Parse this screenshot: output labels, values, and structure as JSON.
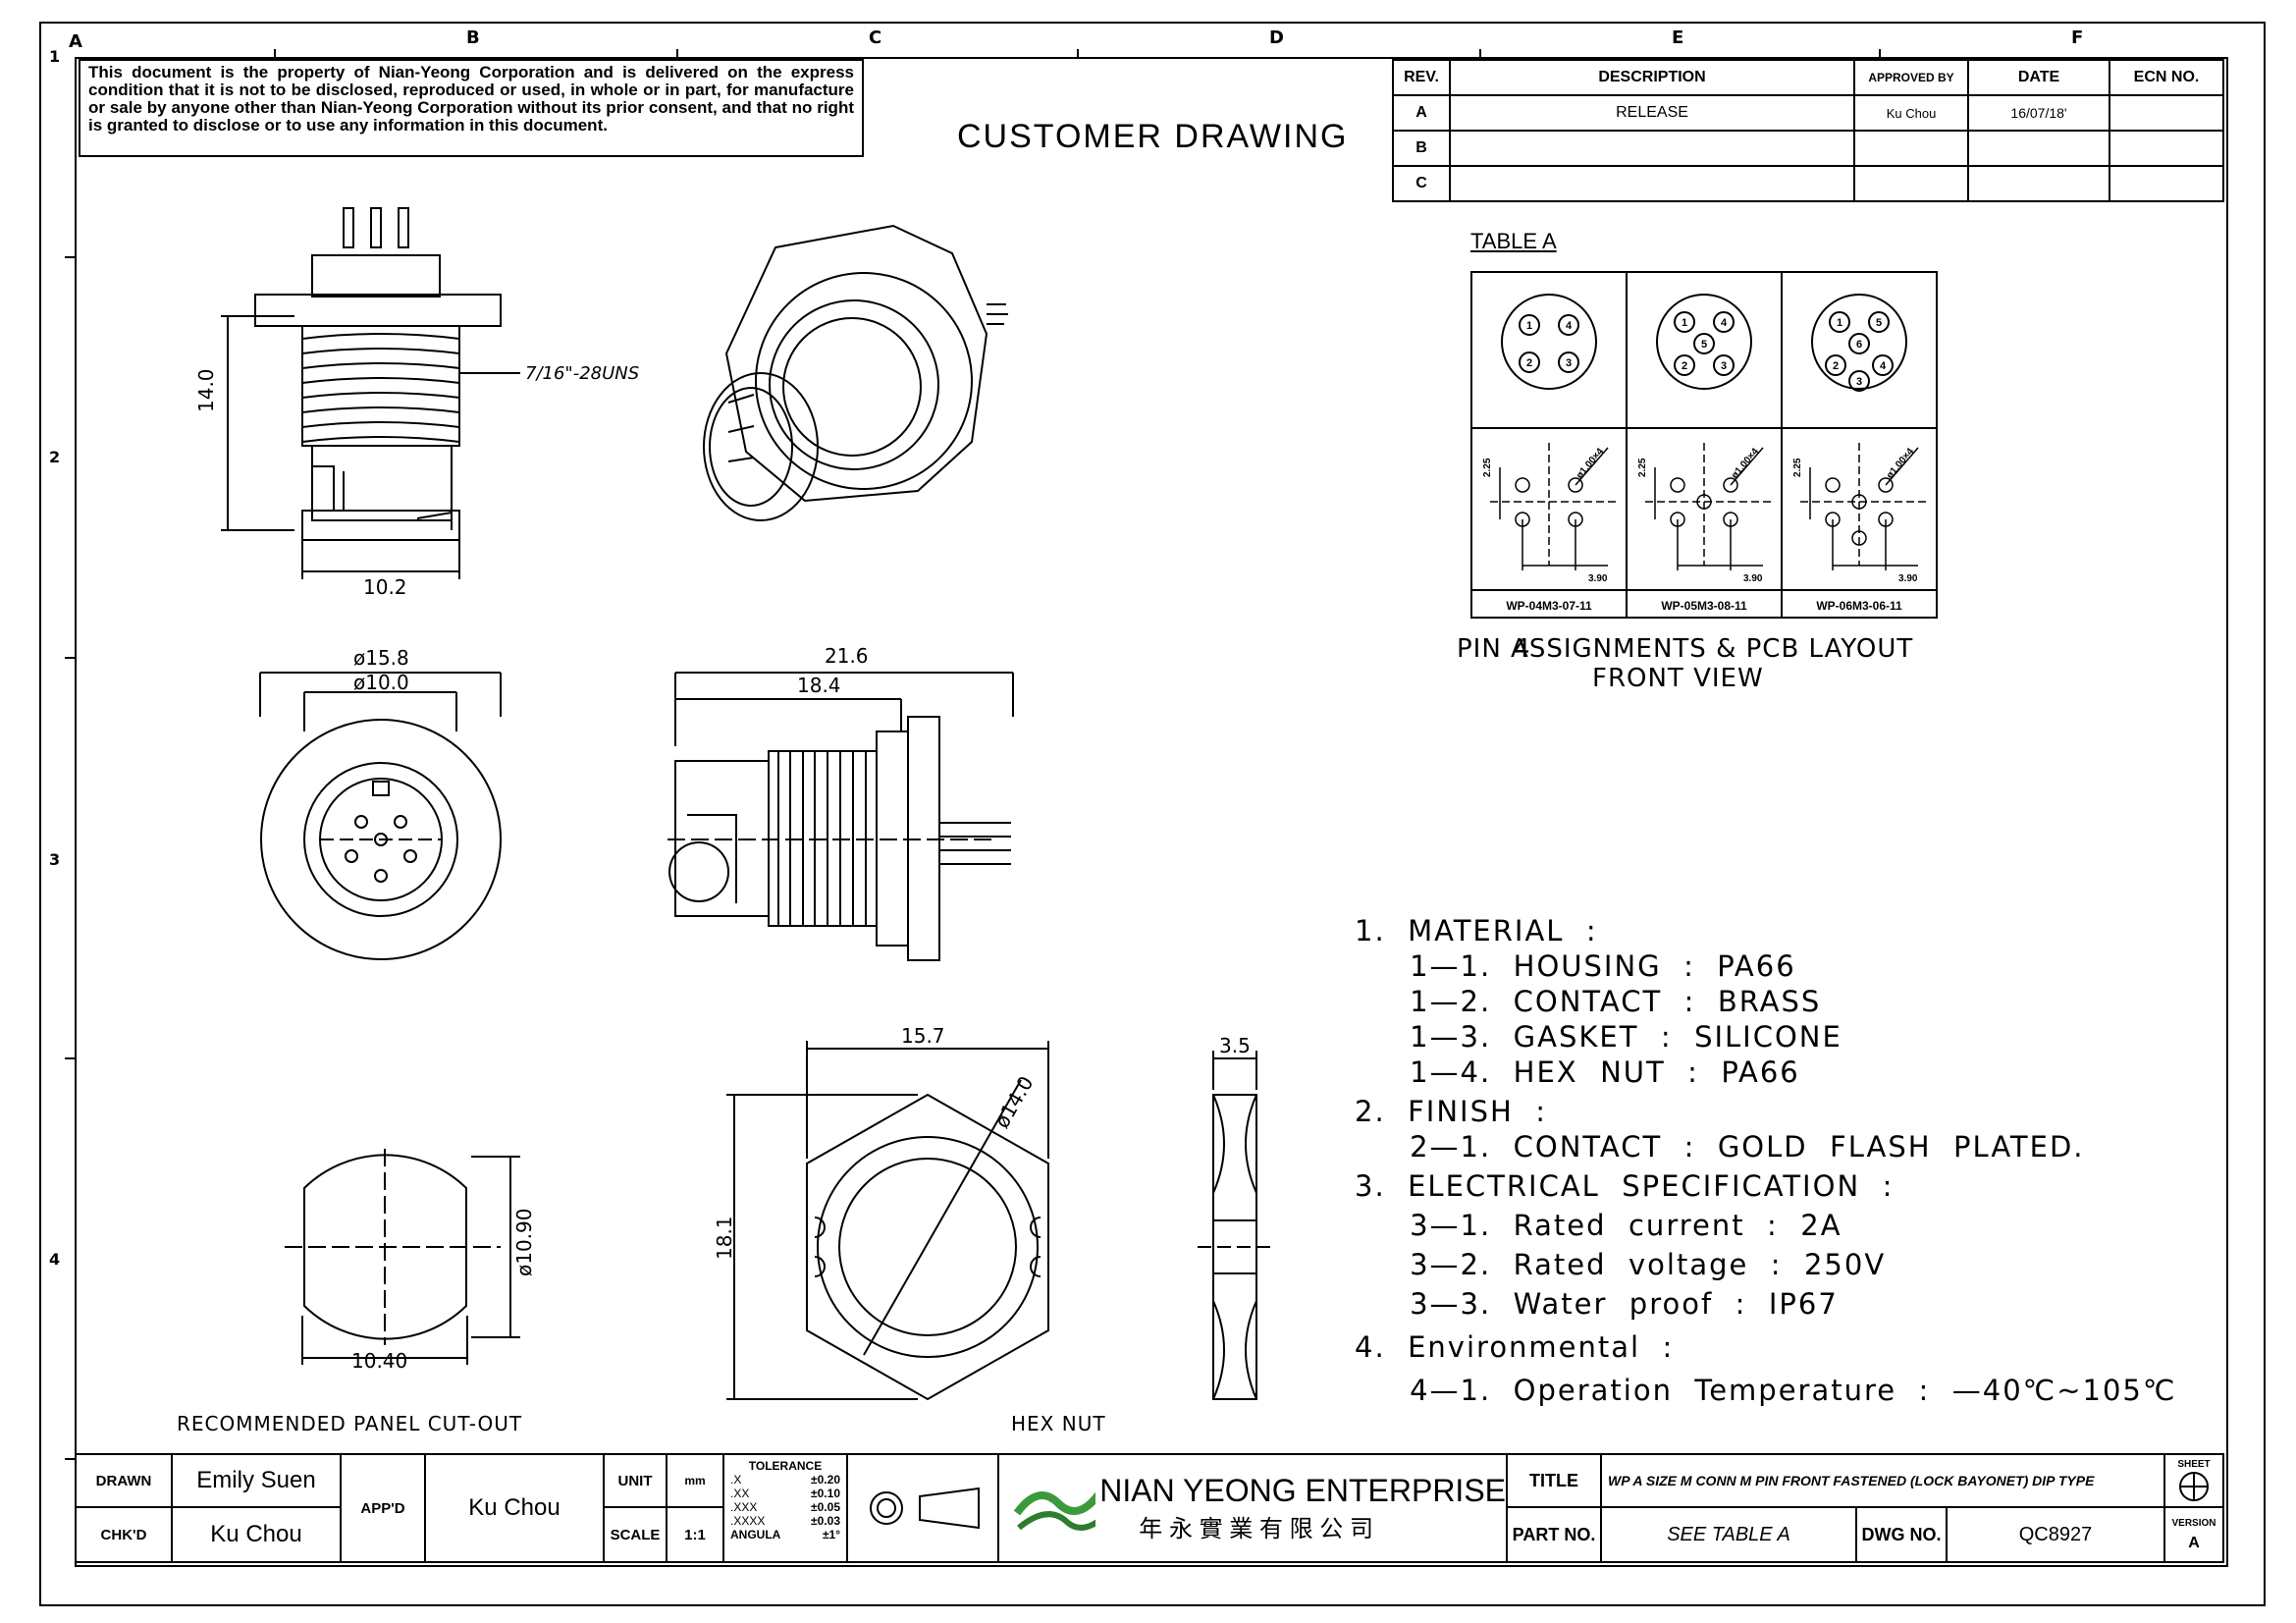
{
  "grid": {
    "col_labels": [
      "A",
      "B",
      "C",
      "D",
      "E",
      "F"
    ],
    "row_labels": [
      "1",
      "2",
      "3",
      "4"
    ]
  },
  "notice": "This document is the property of Nian-Yeong Corporation and is delivered on the express condition that it is not to be disclosed, reproduced or used, in whole or in part, for manufacture or sale by anyone other than Nian-Yeong Corporation without its prior consent, and that no right is granted to disclose or to use any information in this document.",
  "drawing_type": "CUSTOMER DRAWING",
  "revision_table": {
    "headers": [
      "REV.",
      "DESCRIPTION",
      "APPROVED BY",
      "DATE",
      "ECN NO."
    ],
    "rows": [
      {
        "rev": "A",
        "description": "RELEASE",
        "approved_by": "Ku Chou",
        "date": "16/07/18'",
        "ecn": ""
      },
      {
        "rev": "B",
        "description": "",
        "approved_by": "",
        "date": "",
        "ecn": ""
      },
      {
        "rev": "C",
        "description": "",
        "approved_by": "",
        "date": "",
        "ecn": ""
      }
    ]
  },
  "table_a": {
    "title": "TABLE A",
    "parts": [
      {
        "part_no": "WP-04M3-07-11",
        "pins": [
          "1",
          "4",
          "2",
          "3"
        ]
      },
      {
        "part_no": "WP-05M3-08-11",
        "pins": [
          "1",
          "4",
          "5",
          "2",
          "3"
        ]
      },
      {
        "part_no": "WP-06M3-06-11",
        "pins": [
          "1",
          "5",
          "6",
          "2",
          "4",
          "3"
        ]
      }
    ],
    "pcb_dims": {
      "dim_a": "2.25",
      "dim_b": "3.90",
      "hole": "ø1.00×4"
    },
    "caption_line1": "PIN ASSIGNMENTS & PCB LAYOUT",
    "caption_overlap": "4",
    "caption_line2": "FRONT VIEW"
  },
  "dimensions": {
    "side_height": "14.0",
    "side_width": "10.2",
    "thread": "7/16\"-28UNS",
    "front_outer": "ø15.8",
    "front_inner": "ø10.0",
    "length_total": "21.6",
    "length_body": "18.4",
    "cutout_dia": "ø10.90",
    "cutout_width": "10.40",
    "hex_width": "15.7",
    "hex_height": "18.1",
    "hex_bore": "ø14.0",
    "hex_thick": "3.5"
  },
  "view_labels": {
    "panel_cutout": "RECOMMENDED PANEL CUT-OUT",
    "hex_nut": "HEX NUT"
  },
  "notes": [
    "1.  MATERIAL  :",
    "     1—1.  HOUSING  :  PA66",
    "     1—2.  CONTACT  :  BRASS",
    "     1—3.  GASKET  :  SILICONE",
    "     1—4.  HEX  NUT  :  PA66",
    "2.  FINISH  :",
    "     2—1.  CONTACT  :  GOLD  FLASH  PLATED.",
    "3.  ELECTRICAL  SPECIFICATION  :",
    "     3—1.  Rated  current  :  2A",
    "     3—2.  Rated  voltage  :  250V",
    "     3—3.  Water  proof  :  IP67",
    "4.  Environmental  :",
    "     4—1.  Operation  Temperature  :  —40℃~105℃"
  ],
  "title_block": {
    "drawn_label": "DRAWN",
    "drawn_by": "Emily Suen",
    "checked_label": "CHK'D",
    "checked_by": "Ku Chou",
    "approved_label": "APP'D",
    "approved_by": "Ku Chou",
    "unit_label": "UNIT",
    "unit_value": "mm",
    "scale_label": "SCALE",
    "scale_value": "1:1",
    "tolerance_title": "TOLERANCE",
    "tolerances": [
      {
        "fmt": ".X",
        "val": "±0.20"
      },
      {
        "fmt": ".XX",
        "val": "±0.10"
      },
      {
        "fmt": ".XXX",
        "val": "±0.05"
      },
      {
        "fmt": ".XXXX",
        "val": "±0.03"
      },
      {
        "fmt": "ANGULA",
        "val": "±1°"
      }
    ],
    "company_en": "NIAN YEONG ENTERPRISE",
    "company_zh": "年 永 實 業 有 限 公 司",
    "title_label": "TITLE",
    "title_value": "WP A SIZE M CONN M PIN FRONT FASTENED (LOCK BAYONET) DIP TYPE",
    "part_label": "PART NO.",
    "part_value": "SEE TABLE A",
    "dwg_label": "DWG NO.",
    "dwg_value": "QC8927",
    "sheet_label": "SHEET",
    "version_label": "VERSION",
    "version_value": "A"
  }
}
